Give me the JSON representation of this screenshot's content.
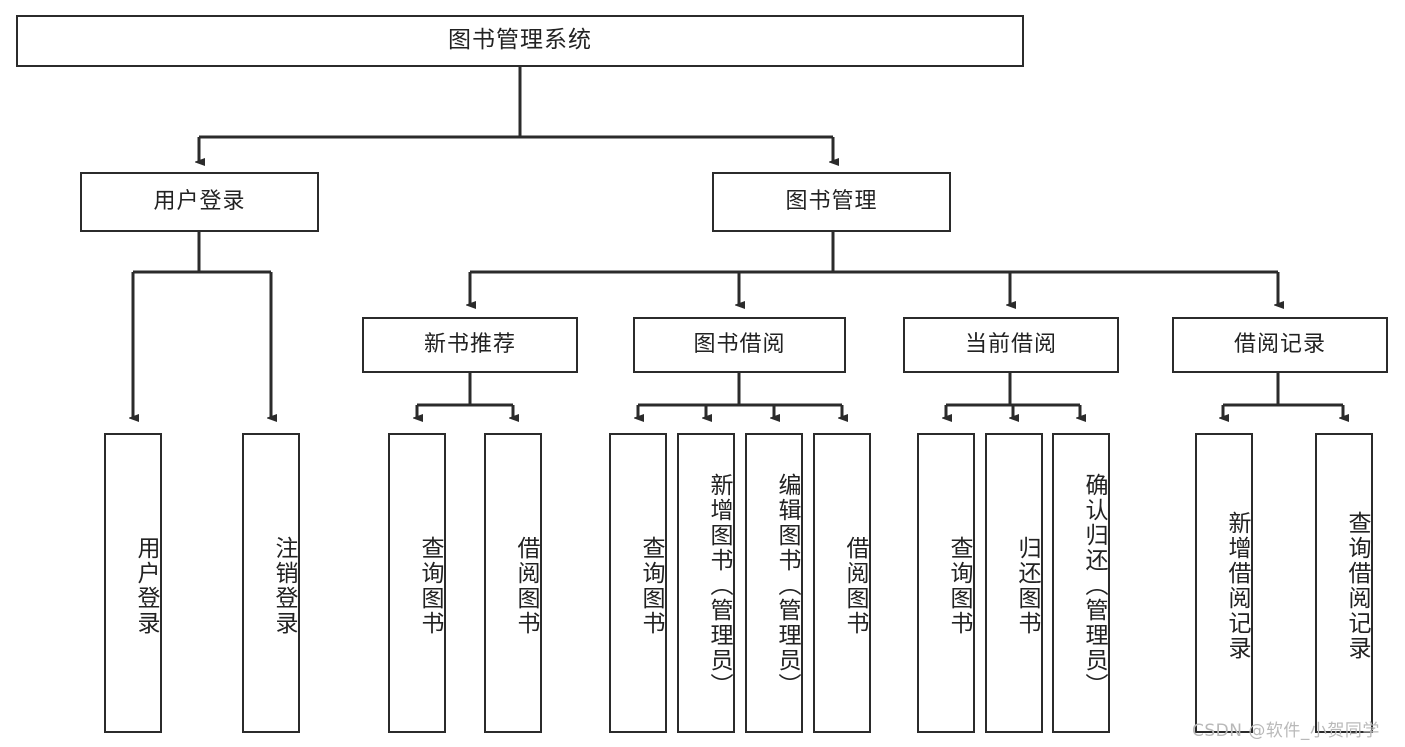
{
  "diagram": {
    "title": "图书管理系统",
    "type": "hierarchy-tree",
    "levels": 4,
    "root": {
      "id": "root",
      "label": "图书管理系统"
    },
    "level2": [
      {
        "id": "user-login",
        "label": "用户登录"
      },
      {
        "id": "book-manage",
        "label": "图书管理"
      }
    ],
    "level3": [
      {
        "id": "new-book-recommend",
        "label": "新书推荐",
        "parent": "book-manage"
      },
      {
        "id": "book-borrow",
        "label": "图书借阅",
        "parent": "book-manage"
      },
      {
        "id": "current-borrow",
        "label": "当前借阅",
        "parent": "book-manage"
      },
      {
        "id": "borrow-record",
        "label": "借阅记录",
        "parent": "book-manage"
      }
    ],
    "leaves": [
      {
        "id": "leaf-user-login",
        "label": "用户登录",
        "parent": "user-login"
      },
      {
        "id": "leaf-user-logout",
        "label": "注销登录",
        "parent": "user-login"
      },
      {
        "id": "leaf-query-book-1",
        "label": "查询图书",
        "parent": "new-book-recommend"
      },
      {
        "id": "leaf-borrow-book-1",
        "label": "借阅图书",
        "parent": "new-book-recommend"
      },
      {
        "id": "leaf-query-book-2",
        "label": "查询图书",
        "parent": "book-borrow"
      },
      {
        "id": "leaf-add-book",
        "label": "新增图书（管理员）",
        "parent": "book-borrow"
      },
      {
        "id": "leaf-edit-book",
        "label": "编辑图书（管理员）",
        "parent": "book-borrow"
      },
      {
        "id": "leaf-borrow-book-2",
        "label": "借阅图书",
        "parent": "book-borrow"
      },
      {
        "id": "leaf-query-book-3",
        "label": "查询图书",
        "parent": "current-borrow"
      },
      {
        "id": "leaf-return-book",
        "label": "归还图书",
        "parent": "current-borrow"
      },
      {
        "id": "leaf-confirm-return",
        "label": "确认归还（管理员）",
        "parent": "current-borrow"
      },
      {
        "id": "leaf-add-record",
        "label": "新增借阅记录",
        "parent": "borrow-record"
      },
      {
        "id": "leaf-query-record",
        "label": "查询借阅记录",
        "parent": "borrow-record"
      }
    ],
    "watermark": "CSDN @软件_小贺同学",
    "colors": {
      "stroke": "#2b2b2b",
      "background": "#ffffff",
      "text": "#222222",
      "watermark": "#b9b9b9"
    }
  }
}
